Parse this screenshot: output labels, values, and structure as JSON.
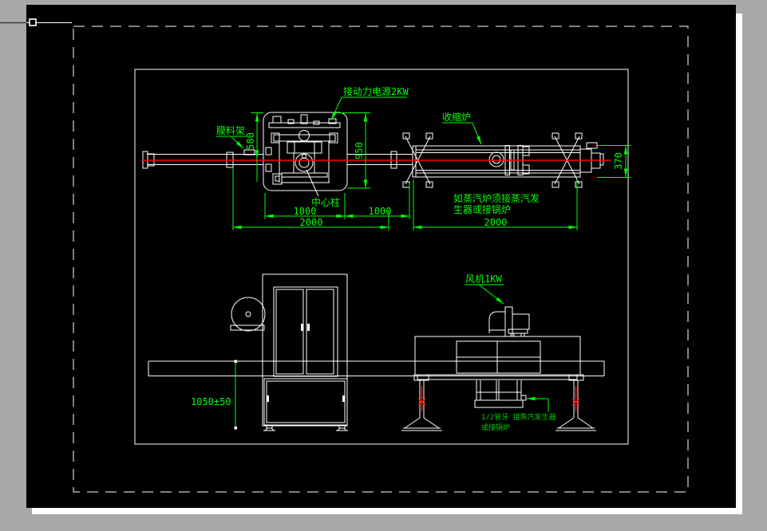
{
  "app": {
    "background_color": "#a9a9a9",
    "sheet_color": "#000000",
    "line_color": "#ffffff",
    "annotation_color": "#00ff00",
    "centerline_color": "#ff0000"
  },
  "top_view": {
    "labels": {
      "power": "接动力电源2KW",
      "film_rack": "膜料架",
      "shrink_furnace": "收缩炉",
      "center_column": "中心柱"
    },
    "notes": {
      "steam_line1": "如蒸汽炉须接蒸汽发",
      "steam_line2": "生器或接锅炉"
    },
    "dims": {
      "d580": "580",
      "d950": "950",
      "d370": "370",
      "d1000_a": "1000",
      "d1000_b": "1000",
      "d2000_left": "2000",
      "d2000_right": "2000"
    }
  },
  "front_view": {
    "labels": {
      "fan": "风机1KW"
    },
    "notes": {
      "pipe_line1": "1/2管牙 接蒸汽发生器",
      "pipe_line2": "或接锅炉"
    },
    "dims": {
      "d1050": "1050±50"
    }
  }
}
